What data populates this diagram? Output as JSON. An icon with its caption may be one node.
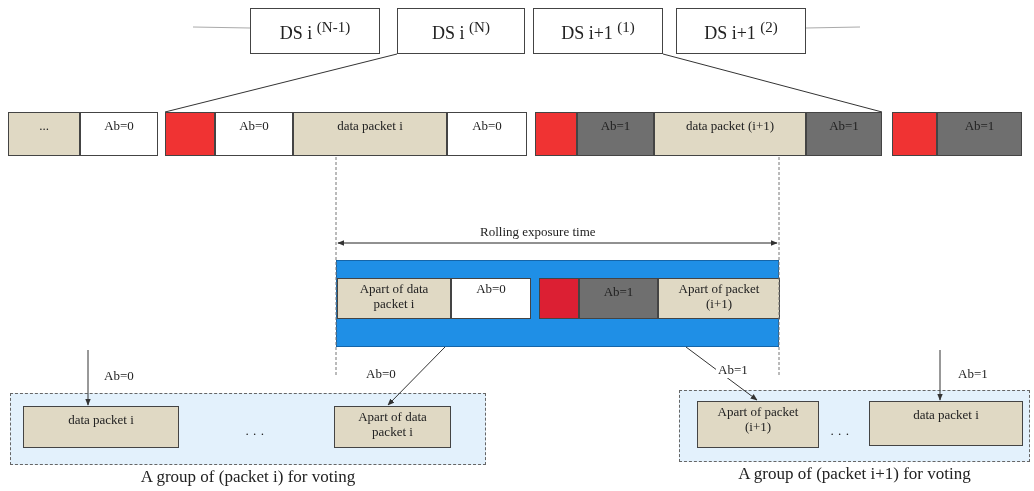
{
  "diagram": {
    "nodes": [
      {
        "text": [
          "DS i $^{(N-1)}$"
        ]
      },
      {
        "text": [
          "DS i $^{(N)}$"
        ]
      },
      {
        "text": [
          "DS i+1 $^{(1)}$"
        ]
      },
      {
        "text": [
          "DS i+1 $^{(2)}$"
        ]
      },
      {
        "text": [
          "..."
        ]
      },
      {
        "text": [
          "Ab=0"
        ]
      },
      {
        "text": [],
        "shape": "box"
      },
      {
        "text": [
          "Ab=0"
        ]
      },
      {
        "text": [
          "data packet i"
        ]
      },
      {
        "text": [
          "Ab=0"
        ]
      },
      {
        "text": [],
        "shape": "box"
      },
      {
        "text": [
          "Ab=1"
        ]
      },
      {
        "text": [
          "data packet (i+1)"
        ]
      },
      {
        "text": [
          "Ab=1"
        ]
      },
      {
        "text": [],
        "shape": "box"
      },
      {
        "text": [
          "Ab=1"
        ]
      },
      {
        "text": [],
        "shape": "bar"
      },
      {
        "text": [
          "Apart of data packet i"
        ],
        "in": 16
      },
      {
        "text": [
          "Ab=0"
        ],
        "in": 16
      },
      {
        "text": [],
        "shape": "box",
        "in": 16
      },
      {
        "text": [
          "Ab=1"
        ],
        "in": 16
      },
      {
        "text": [
          "Apart of packet (i+1)"
        ],
        "in": 16
      },
      {
        "text": [
          "A group of (packet i) for voting"
        ]
      },
      {
        "text": [
          "data packet i"
        ],
        "in": 22
      },
      {
        "text": [
          "Apart of data packet i"
        ],
        "in": 22
      },
      {
        "text": [
          "A group of (packet i+1) for voting"
        ]
      },
      {
        "text": [
          "Apart of packet (i+1)"
        ],
        "in": 25
      },
      {
        "text": [
          "data packet i"
        ],
        "in": 25
      }
    ],
    "edges": [
      {
        "from": null,
        "to": 0,
        "arrow": "none",
        "color": "#aaaaaa"
      },
      {
        "from": 3,
        "to": null,
        "arrow": "none",
        "color": "#aaaaaa"
      },
      {
        "from": 1,
        "to": 6,
        "arrow": "none"
      },
      {
        "from": 2,
        "to": 13,
        "arrow": "none"
      },
      {
        "from": null,
        "to": 23,
        "arrow": "to",
        "label": "Ab=0"
      },
      {
        "from": 16,
        "to": 24,
        "arrow": "to",
        "label": "Ab=0"
      },
      {
        "from": 16,
        "to": 26,
        "arrow": "to",
        "label": "Ab=1"
      },
      {
        "from": null,
        "to": 27,
        "arrow": "to",
        "label": "Ab=1"
      }
    ],
    "labels": [
      "Rolling exposure time",
      "· · ·",
      "· · ·"
    ]
  }
}
